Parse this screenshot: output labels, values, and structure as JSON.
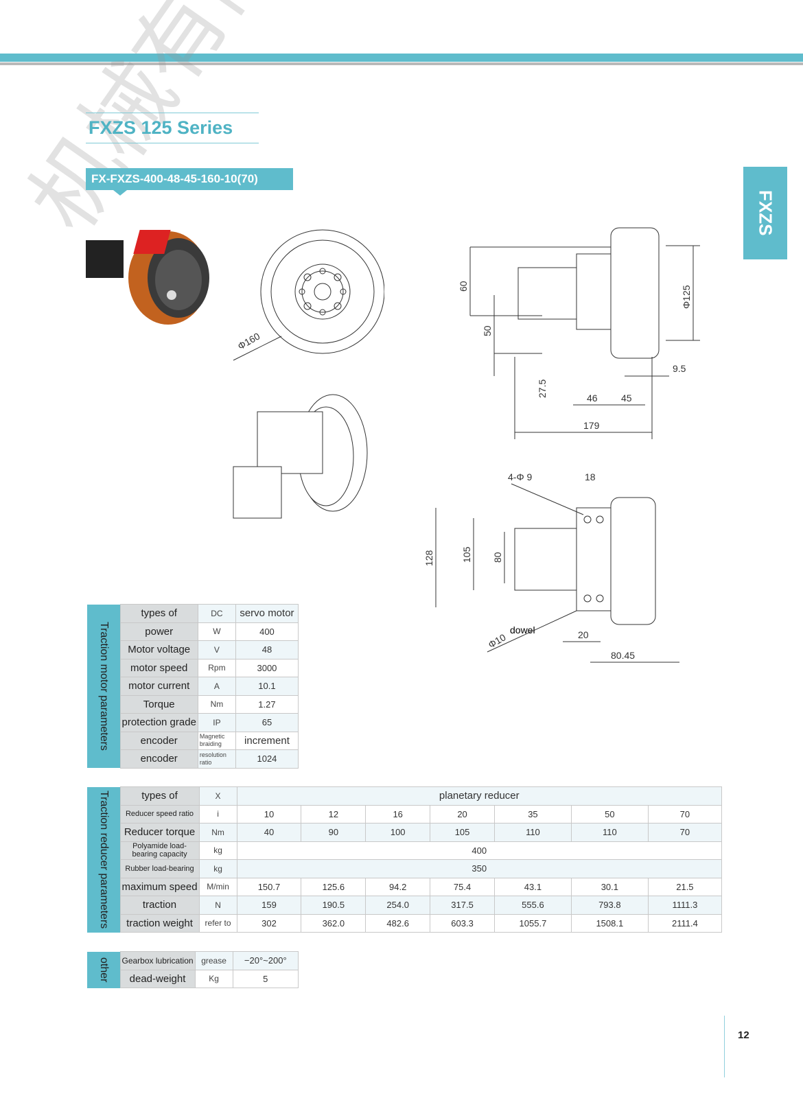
{
  "header": {
    "series_title": "FXZS 125 Series",
    "model": "FX-FXZS-400-48-45-160-10(70)",
    "side_tab": "FXZS"
  },
  "watermark": "机械有限公司",
  "drawings": {
    "front_dia": "Φ160",
    "side_dims": {
      "d125": "Φ125",
      "h60": "60",
      "h50": "50",
      "d27": "27.5",
      "w46": "46",
      "w45": "45",
      "w9": "9.5",
      "w179": "179"
    },
    "top_dims": {
      "holes": "4-Φ 9",
      "w18": "18",
      "h128": "128",
      "h105": "105",
      "h80": "80",
      "dowel_dia": "Φ10",
      "dowel": "dowel",
      "w20": "20",
      "w80": "80.45"
    }
  },
  "motor_table": {
    "side": "Traction motor parameters",
    "rows": [
      {
        "name": "types of",
        "unit": "DC",
        "value": "servo motor"
      },
      {
        "name": "power",
        "unit": "W",
        "value": "400"
      },
      {
        "name": "Motor voltage",
        "unit": "V",
        "value": "48"
      },
      {
        "name": "motor speed",
        "unit": "Rpm",
        "value": "3000"
      },
      {
        "name": "motor current",
        "unit": "A",
        "value": "10.1"
      },
      {
        "name": "Torque",
        "unit": "Nm",
        "value": "1.27"
      },
      {
        "name": "protection grade",
        "unit": "IP",
        "value": "65"
      },
      {
        "name": "encoder",
        "unit": "Magnetic braiding",
        "value": "increment"
      },
      {
        "name": "encoder",
        "unit": "resolution ratio",
        "value": "1024"
      }
    ]
  },
  "reducer_table": {
    "side": "Traction reducer parameters",
    "type_row": {
      "name": "types of",
      "unit": "X",
      "value": "planetary reducer"
    },
    "rows": [
      {
        "name": "Reducer speed ratio",
        "unit": "i",
        "values": [
          "10",
          "12",
          "16",
          "20",
          "35",
          "50",
          "70"
        ]
      },
      {
        "name": "Reducer torque",
        "unit": "Nm",
        "values": [
          "40",
          "90",
          "100",
          "105",
          "110",
          "110",
          "70"
        ]
      },
      {
        "name": "Polyamide load-bearing capacity",
        "unit": "kg",
        "span": "400"
      },
      {
        "name": "Rubber load-bearing",
        "unit": "kg",
        "span": "350"
      },
      {
        "name": "maximum speed",
        "unit": "M/min",
        "values": [
          "150.7",
          "125.6",
          "94.2",
          "75.4",
          "43.1",
          "30.1",
          "21.5"
        ]
      },
      {
        "name": "traction",
        "unit": "N",
        "values": [
          "159",
          "190.5",
          "254.0",
          "317.5",
          "555.6",
          "793.8",
          "1111.3"
        ]
      },
      {
        "name": "traction weight",
        "unit": "refer to",
        "values": [
          "302",
          "362.0",
          "482.6",
          "603.3",
          "1055.7",
          "1508.1",
          "2111.4"
        ]
      }
    ]
  },
  "other_table": {
    "side": "other",
    "rows": [
      {
        "name": "Gearbox lubrication",
        "unit": "grease",
        "value": "−20°~200°"
      },
      {
        "name": "dead-weight",
        "unit": "Kg",
        "value": "5"
      }
    ]
  },
  "page_number": "12"
}
